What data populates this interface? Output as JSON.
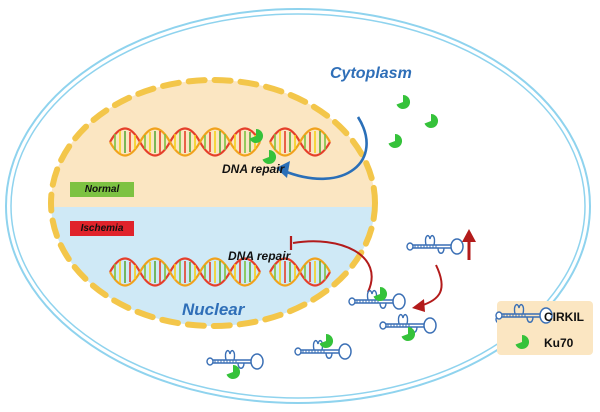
{
  "labels": {
    "cytoplasm": "Cytoplasm",
    "nuclear": "Nuclear",
    "dna_repair_top": "DNA repair",
    "dna_repair_bottom": "DNA repair",
    "normal": "Normal",
    "ischemia": "Ischemia"
  },
  "legend": {
    "cirkil": "CIRKIL",
    "ku70": "Ku70"
  },
  "colors": {
    "cell_membrane": "#8fd3ee",
    "nucleus_top": "#fbe6c2",
    "nucleus_bottom": "#cfe9f6",
    "nuclear_envelope": "#f3c64a",
    "ku70": "#35c23a",
    "cirkil": "#3a6fb5",
    "arrow_blue": "#2a6fb8",
    "arrow_red": "#b31b1b",
    "normal_tag": "#7dc242",
    "ischemia_tag": "#e0232b"
  }
}
